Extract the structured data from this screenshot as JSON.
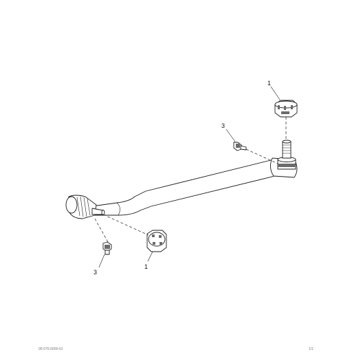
{
  "callouts": [
    {
      "id": "nut-top",
      "label": "1"
    },
    {
      "id": "fitting-top",
      "label": "3"
    },
    {
      "id": "nut-bottom",
      "label": "1"
    },
    {
      "id": "fitting-bottom",
      "label": "3"
    }
  ],
  "footer": {
    "doc_number": "05-075-0000-01",
    "mark": "1/1"
  }
}
